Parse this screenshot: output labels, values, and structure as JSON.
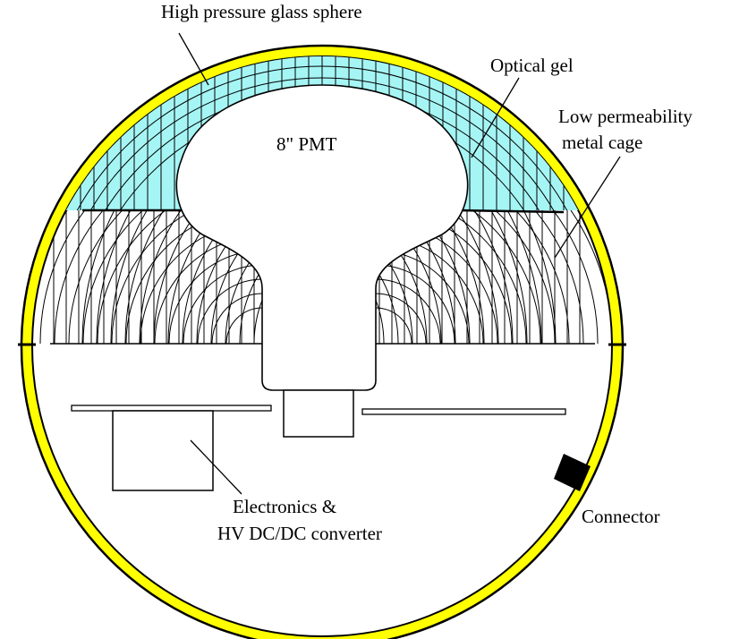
{
  "labels": {
    "sphere": "High pressure glass sphere",
    "gel": "Optical gel",
    "cage_line1": "Low permeability",
    "cage_line2": "metal cage",
    "pmt": "8\" PMT",
    "electronics_line1": "Electronics &",
    "electronics_line2": "HV DC/DC converter",
    "connector": "Connector"
  },
  "colors": {
    "glass": "#ffff00",
    "gel": "#a6f5f5",
    "line": "#000000",
    "background": "#ffffff"
  }
}
